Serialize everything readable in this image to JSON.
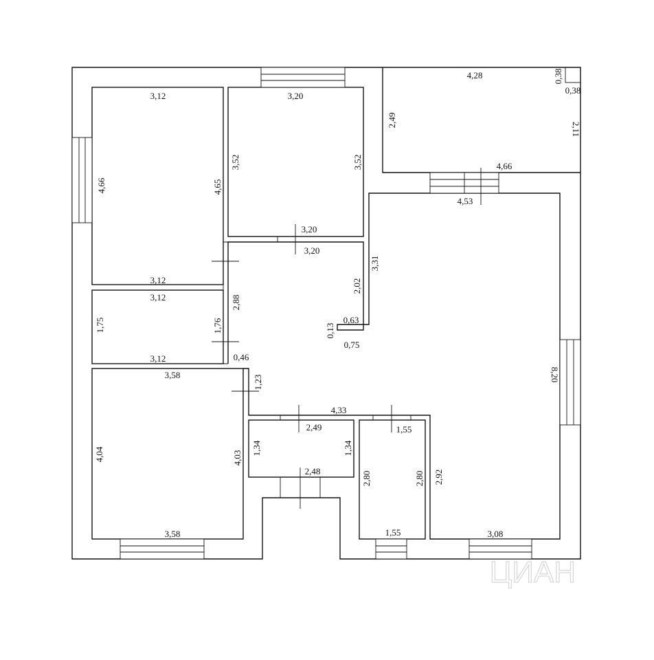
{
  "watermark": "ЦИАН",
  "dimensions": {
    "r1_top": "3,12",
    "r1_left": "4,66",
    "r1_right": "4,65",
    "r1_bottom": "3,12",
    "r2_top": "3,20",
    "r2_left": "3,52",
    "r2_right": "3,52",
    "r2_bottom": "3,20",
    "r3_top": "4,28",
    "r3_left": "2,49",
    "r3_right": "2,11",
    "r3_bottom": "4,66",
    "r3_notch_v": "0,38",
    "r3_notch_h": "0,38",
    "hall_top": "3,20",
    "hall_left": "2,88",
    "hall_right_upper": "2,02",
    "hall_notch_v": "0,13",
    "hall_notch_h": "0,63",
    "hall_notch_bottom": "0,75",
    "hall_small": "0,46",
    "hall_mid": "1,23",
    "hall_bottom": "4,33",
    "big_top": "4,53",
    "big_left_upper": "3,31",
    "big_right": "8,20",
    "big_left_lower": "2,92",
    "big_bottom": "3,08",
    "r4_top": "3,12",
    "r4_left": "1,75",
    "r4_right": "1,76",
    "r4_bottom": "3,12",
    "r5_top": "3,58",
    "r5_left": "4,04",
    "r5_right": "4,03",
    "r5_bottom": "3,58",
    "r6_top": "2,49",
    "r6_left": "1,34",
    "r6_right": "1,34",
    "r6_bottom": "2,48",
    "r7_top": "1,55",
    "r7_left": "2,80",
    "r7_right": "2,80",
    "r7_bottom": "1,55"
  }
}
